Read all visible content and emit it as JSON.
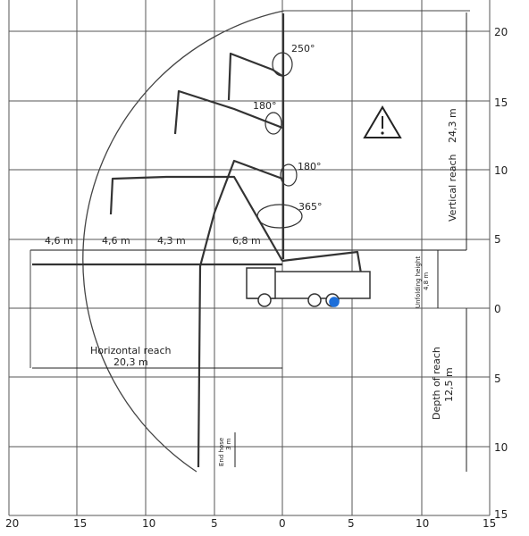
{
  "axis_right_ticks": [
    "20",
    "15",
    "10",
    "5",
    "0",
    "5",
    "10",
    "15"
  ],
  "axis_bottom_ticks": [
    "20",
    "15",
    "10",
    "5",
    "0",
    "5",
    "10",
    "15"
  ],
  "rotation_labels": [
    "250°",
    "180°",
    "180°",
    "365°"
  ],
  "section_lengths": [
    "4,6 m",
    "4,6 m",
    "4,3 m",
    "6,8 m"
  ],
  "vertical_reach": {
    "label": "Vertical reach",
    "value": "24,3 m"
  },
  "horizontal_reach": {
    "label": "Horizontal reach",
    "value": "20,3 m"
  },
  "depth_of_reach": {
    "label": "Depth of reach",
    "value": "12,5 m"
  },
  "unfolding_height": {
    "label": "Unfolding height",
    "value": "4,8 m"
  },
  "end_hose": {
    "label": "End hose",
    "value": "3 m"
  },
  "colors": {
    "line": "#333333",
    "grid": "#555555",
    "marker": "#1e6fd9"
  },
  "warning_icon": "warning-triangle-icon"
}
